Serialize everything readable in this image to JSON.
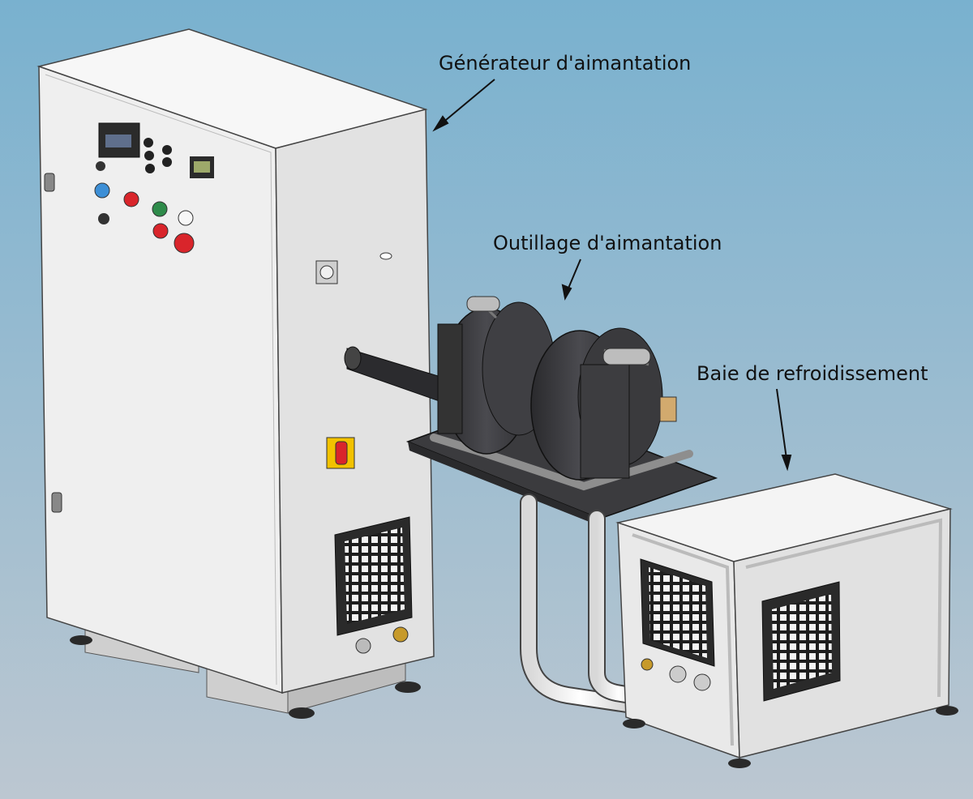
{
  "labels": {
    "generator": "Générateur d'aimantation",
    "tooling": "Outillage d'aimantation",
    "cooling": "Baie de refroidissement"
  },
  "colors": {
    "bg_top": "#7fb3cf",
    "bg_bottom": "#b8c6d2",
    "cabinet": "#eeeeee",
    "cabinet_side": "#dcdcdc",
    "coil": "#3a3a3e",
    "red_button": "#d9252b",
    "green_button": "#2e8b4a",
    "blue_button": "#3d8fd6",
    "yellow_plate": "#f2c200"
  },
  "icons": [
    "arrow-icon"
  ]
}
